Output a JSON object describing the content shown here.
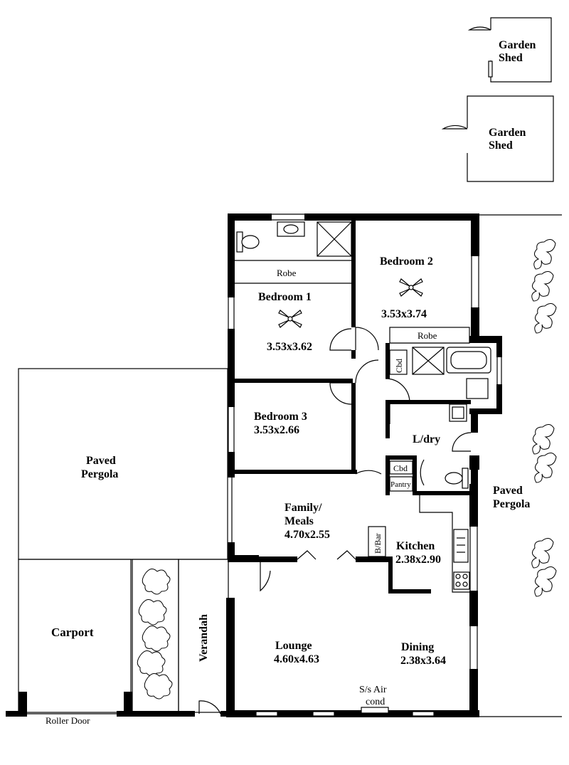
{
  "rooms": {
    "garden_shed_1": {
      "line1": "Garden",
      "line2": "Shed"
    },
    "garden_shed_2": {
      "line1": "Garden",
      "line2": "Shed"
    },
    "bedroom1": {
      "name": "Bedroom 1",
      "size": "3.53x3.62"
    },
    "bedroom2": {
      "name": "Bedroom 2",
      "size": "3.53x3.74"
    },
    "bedroom3": {
      "name": "Bedroom 3",
      "size": "3.53x2.66"
    },
    "robe1": "Robe",
    "robe2": "Robe",
    "cbd1": "Cbd",
    "cbd2": "Cbd",
    "pantry": "Pantry",
    "laundry": "L/dry",
    "family": {
      "line1": "Family/",
      "line2": "Meals",
      "size": "4.70x2.55"
    },
    "bbar": "B/Bar",
    "kitchen": {
      "name": "Kitchen",
      "size": "2.38x2.90"
    },
    "lounge": {
      "name": "Lounge",
      "size": "4.60x4.63"
    },
    "dining": {
      "name": "Dining",
      "size": "2.38x3.64"
    },
    "aircon": {
      "line1": "S/s Air",
      "line2": "cond"
    },
    "paved_pergola_left": {
      "line1": "Paved",
      "line2": "Pergola"
    },
    "paved_pergola_right": {
      "line1": "Paved",
      "line2": "Pergola"
    },
    "carport": "Carport",
    "verandah": "Verandah",
    "roller_door": "Roller Door"
  }
}
